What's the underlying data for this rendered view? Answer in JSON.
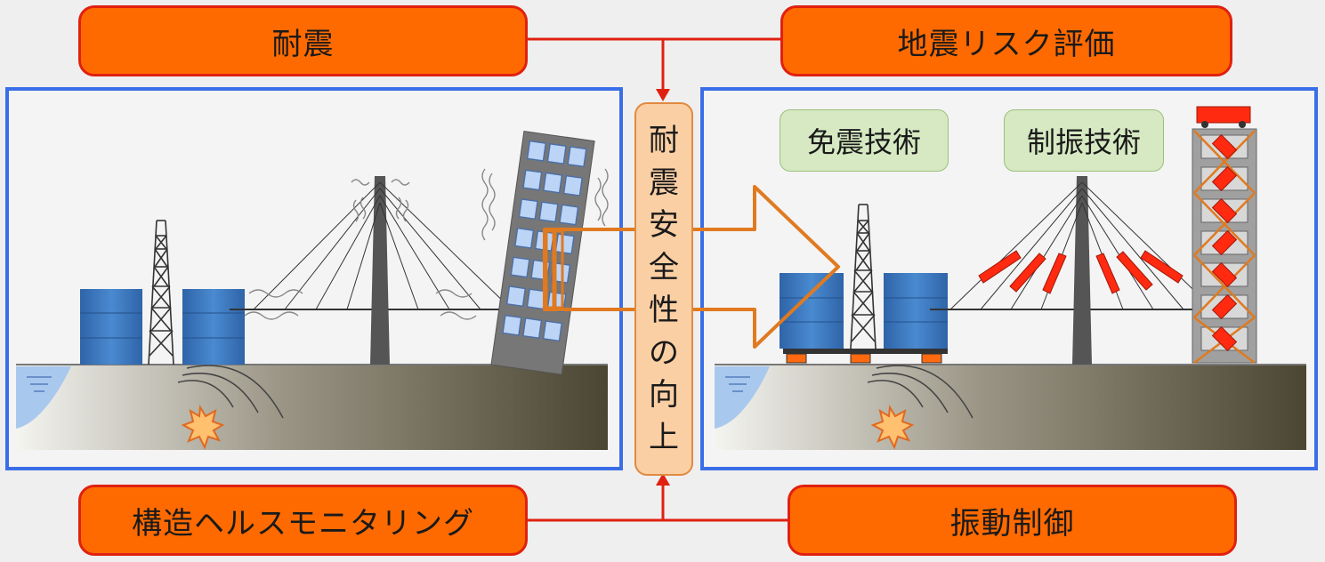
{
  "labels": {
    "top_left": "耐震",
    "top_right": "地震リスク評価",
    "bottom_left": "構造ヘルスモニタリング",
    "bottom_right": "振動制御",
    "isolation": "免震技術",
    "damping": "制振技術"
  },
  "center_chars": [
    "耐",
    "震",
    "安",
    "全",
    "性",
    "の",
    "向",
    "上"
  ],
  "colors": {
    "tag_fill": "#ff6a00",
    "tag_border": "#e02010",
    "panel_border": "#3a6ee8",
    "center_fill": "#fbcfa4",
    "arrow_stroke": "#e07a20",
    "connector": "#e02010",
    "green_fill": "#d6e9c2",
    "damper": "#ff2a10",
    "tank": "#3a78c0"
  }
}
